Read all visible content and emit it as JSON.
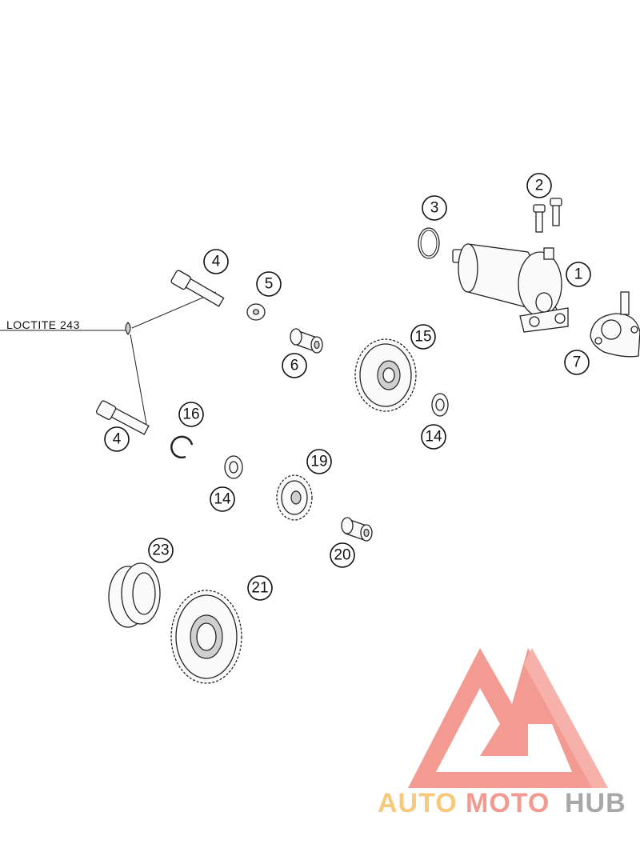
{
  "annotation": {
    "loctite": "LOCTITE 243"
  },
  "callouts": {
    "c1": "1",
    "c2": "2",
    "c3": "3",
    "c4a": "4",
    "c4b": "4",
    "c5": "5",
    "c6": "6",
    "c7": "7",
    "c14a": "14",
    "c14b": "14",
    "c15": "15",
    "c16": "16",
    "c19": "19",
    "c20": "20",
    "c21": "21",
    "c23": "23"
  },
  "watermark": {
    "part1": "AUTO",
    "part2": "MOTO",
    "part3": "HUB",
    "colors": {
      "auto": "#f7c97a",
      "moto": "#f29a8f",
      "hub": "#aaaaaa",
      "logo": "#f28a80"
    }
  }
}
